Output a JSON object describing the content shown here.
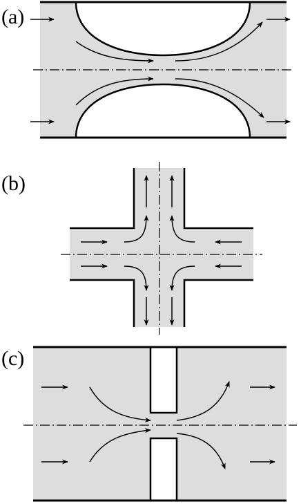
{
  "panels": {
    "a": {
      "label": "(a)"
    },
    "b": {
      "label": "(b)"
    },
    "c": {
      "label": "(c)"
    }
  },
  "colors": {
    "fluid": "#dddddd",
    "wall": "#000000",
    "obstacle": "#ffffff",
    "arrow": "#000000",
    "axis": "#000000"
  }
}
